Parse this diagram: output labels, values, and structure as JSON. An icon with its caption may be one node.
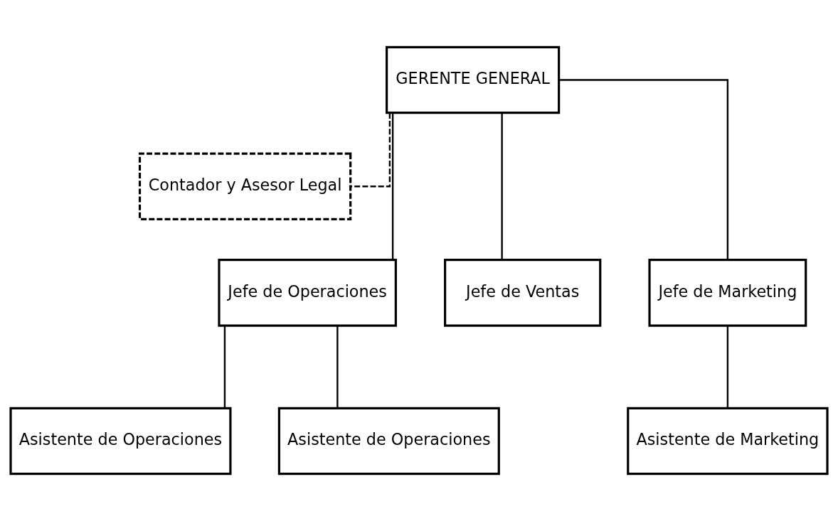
{
  "diagram": {
    "nodes": [
      {
        "text": [
          "GERENTE GENERAL"
        ]
      },
      {
        "text": [
          "Contador y Asesor Legal"
        ]
      },
      {
        "text": [
          "Jefe de Operaciones"
        ]
      },
      {
        "text": [
          "Jefe de Ventas"
        ]
      },
      {
        "text": [
          "Jefe de Marketing"
        ]
      },
      {
        "text": [
          "Asistente de Operaciones"
        ]
      },
      {
        "text": [
          "Asistente de Operaciones"
        ]
      },
      {
        "text": [
          "Asistente de Marketing"
        ]
      }
    ],
    "edges": [
      {
        "from": 0,
        "to": 1,
        "arrow": "none",
        "style": "dashed"
      },
      {
        "from": 0,
        "to": 2,
        "arrow": "none"
      },
      {
        "from": 0,
        "to": 3,
        "arrow": "none"
      },
      {
        "from": 0,
        "to": 4,
        "arrow": "none"
      },
      {
        "from": 2,
        "to": 5,
        "arrow": "none"
      },
      {
        "from": 2,
        "to": 6,
        "arrow": "none"
      },
      {
        "from": 4,
        "to": 7,
        "arrow": "none"
      }
    ]
  }
}
